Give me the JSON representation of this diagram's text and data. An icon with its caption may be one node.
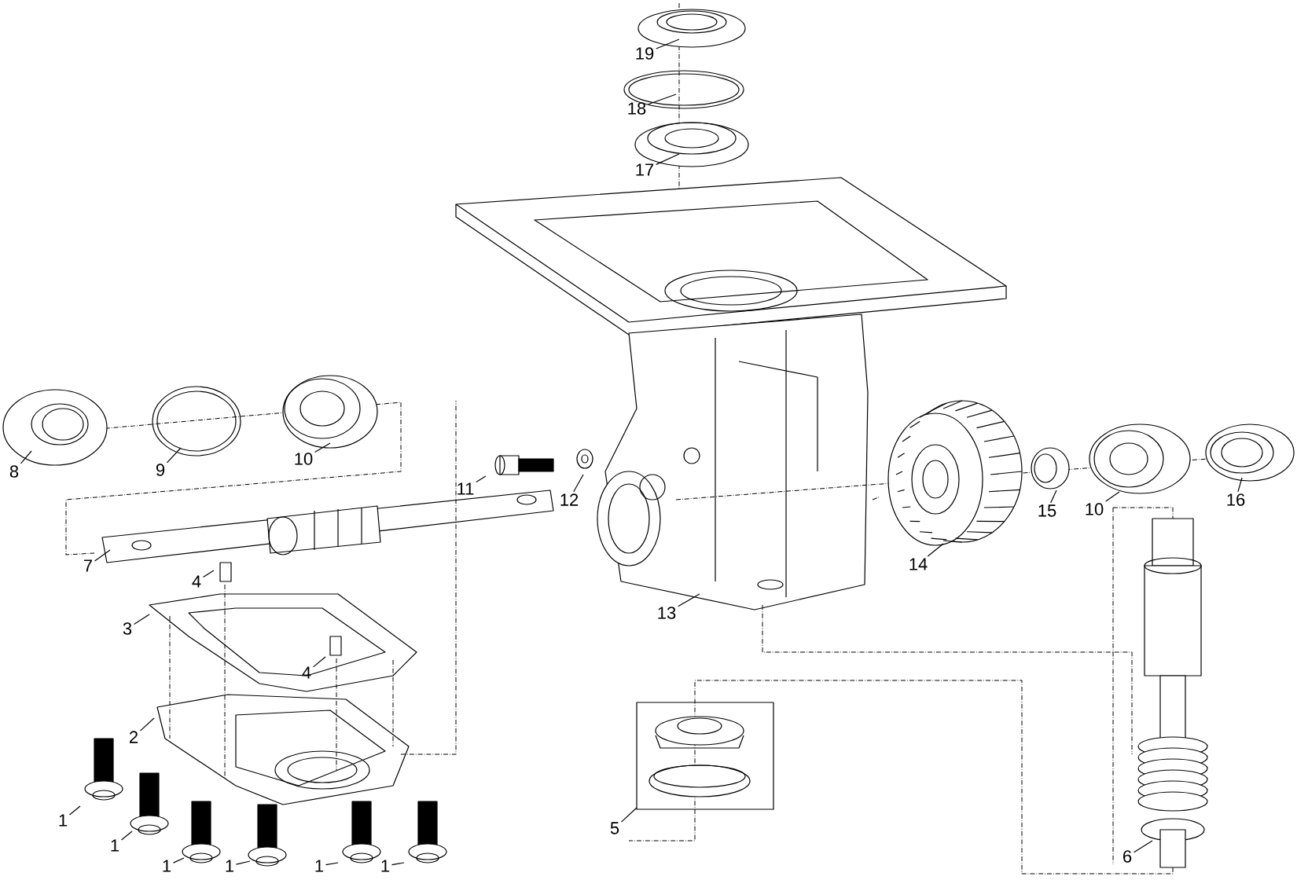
{
  "diagram": {
    "nodes": [
      {
        "text": [
          "19"
        ]
      },
      {
        "text": [
          "18"
        ]
      },
      {
        "text": [
          "17"
        ]
      },
      {
        "text": [
          "8"
        ]
      },
      {
        "text": [
          "9"
        ]
      },
      {
        "text": [
          "10"
        ]
      },
      {
        "text": [
          "11"
        ]
      },
      {
        "text": [
          "12"
        ]
      },
      {
        "text": [
          "15"
        ]
      },
      {
        "text": [
          "10"
        ]
      },
      {
        "text": [
          "16"
        ]
      },
      {
        "text": [
          "7"
        ]
      },
      {
        "text": [
          "14"
        ]
      },
      {
        "text": [
          "4"
        ]
      },
      {
        "text": [
          "13"
        ]
      },
      {
        "text": [
          "3"
        ]
      },
      {
        "text": [
          "4"
        ]
      },
      {
        "text": [
          "2"
        ]
      },
      {
        "text": [
          "1"
        ]
      },
      {
        "text": [
          "1"
        ]
      },
      {
        "text": [
          "1"
        ]
      },
      {
        "text": [
          "1"
        ]
      },
      {
        "text": [
          "1"
        ]
      },
      {
        "text": [
          "1"
        ]
      },
      {
        "text": [
          "5"
        ]
      },
      {
        "text": [
          "6"
        ]
      }
    ],
    "edges": [
      {
        "from": 0,
        "to": null,
        "arrow": "none"
      },
      {
        "from": 1,
        "to": null,
        "arrow": "none"
      },
      {
        "from": 2,
        "to": null,
        "arrow": "none"
      },
      {
        "from": 3,
        "to": null,
        "arrow": "none"
      },
      {
        "from": 4,
        "to": null,
        "arrow": "none"
      },
      {
        "from": 5,
        "to": null,
        "arrow": "none"
      },
      {
        "from": 6,
        "to": null,
        "arrow": "none"
      },
      {
        "from": 7,
        "to": null,
        "arrow": "none"
      },
      {
        "from": 8,
        "to": null,
        "arrow": "none"
      },
      {
        "from": 9,
        "to": null,
        "arrow": "none"
      },
      {
        "from": 10,
        "to": null,
        "arrow": "none"
      },
      {
        "from": 11,
        "to": null,
        "arrow": "none"
      },
      {
        "from": 12,
        "to": null,
        "arrow": "none"
      },
      {
        "from": 13,
        "to": null,
        "arrow": "none"
      },
      {
        "from": 14,
        "to": null,
        "arrow": "none"
      },
      {
        "from": 15,
        "to": null,
        "arrow": "none"
      },
      {
        "from": 16,
        "to": null,
        "arrow": "none"
      },
      {
        "from": 17,
        "to": null,
        "arrow": "none"
      },
      {
        "from": 18,
        "to": null,
        "arrow": "none"
      },
      {
        "from": 19,
        "to": null,
        "arrow": "none"
      },
      {
        "from": 20,
        "to": null,
        "arrow": "none"
      },
      {
        "from": 21,
        "to": null,
        "arrow": "none"
      },
      {
        "from": 22,
        "to": null,
        "arrow": "none"
      },
      {
        "from": 23,
        "to": null,
        "arrow": "none"
      },
      {
        "from": 24,
        "to": null,
        "arrow": "none"
      },
      {
        "from": 25,
        "to": null,
        "arrow": "none"
      }
    ]
  }
}
